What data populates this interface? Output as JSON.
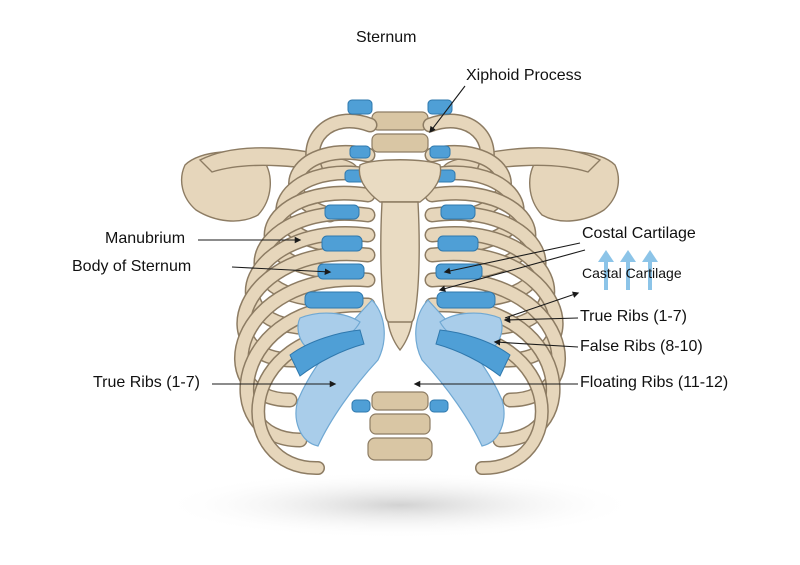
{
  "title": "Sternum",
  "labels": {
    "xiphoid_process": "Xiphoid Process",
    "manubrium": "Manubrium",
    "body_of_sternum": "Body of Sternum",
    "true_ribs_left": "True Ribs (1-7)",
    "costal_cartilage_main": "Costal Cartilage",
    "costal_cartilage_secondary": "Castal Cartilage",
    "true_ribs_right": "True Ribs (1-7)",
    "false_ribs": "False Ribs (8-10)",
    "floating_ribs": "Floating Ribs (11-12)"
  },
  "colors": {
    "bone": "#e6d6bb",
    "bone_outline": "#8d7c63",
    "cartilage": "#4f9fd6",
    "cartilage_light": "#a9cdea",
    "leader_line": "#1a1a1a",
    "arrow_light": "#8cc4e8",
    "shadow": "#d8d8d8"
  }
}
